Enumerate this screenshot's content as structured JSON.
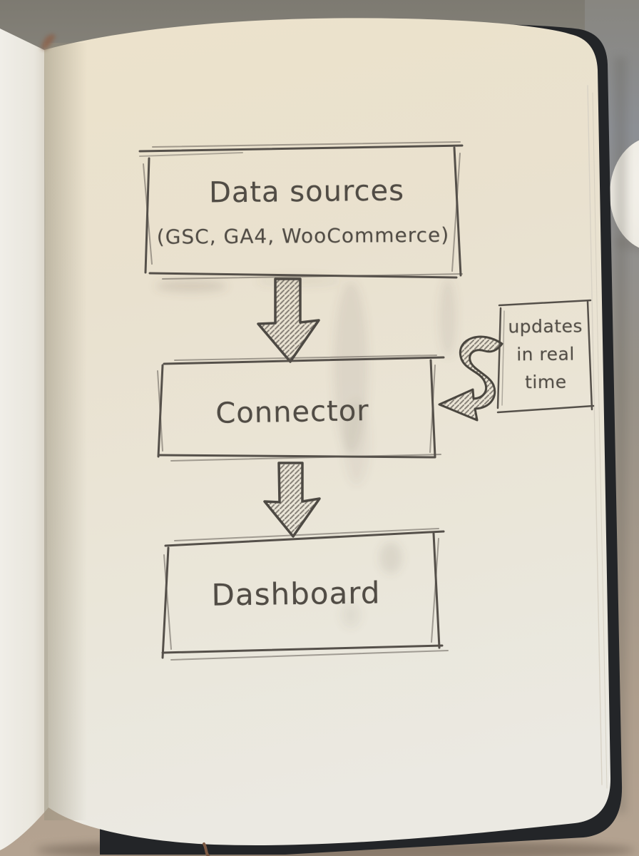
{
  "diagram": {
    "nodes": [
      {
        "id": "data-sources",
        "label": "Data sources",
        "sublabel": "(GSC, GA4, WooCommerce)"
      },
      {
        "id": "connector",
        "label": "Connector"
      },
      {
        "id": "dashboard",
        "label": "Dashboard"
      }
    ],
    "edges": [
      {
        "from": "data-sources",
        "to": "connector",
        "style": "block-arrow-down"
      },
      {
        "from": "connector",
        "to": "dashboard",
        "style": "block-arrow-down"
      },
      {
        "from": "annotation",
        "to": "connector",
        "style": "squiggle-arrow-left"
      }
    ],
    "annotation": {
      "text": "updates in real time",
      "lines": [
        "updates",
        "in real",
        "time"
      ]
    }
  },
  "colors": {
    "paper": "#eae3d2",
    "left_page": "#eeece5",
    "pencil": "#55504a",
    "notebook_cover": "#232528",
    "desk_top_gray": "#7d7a71",
    "wall_gray": "#8d9095",
    "desk_bottom_tan": "#b2a190",
    "bookmark_ribbon": "#8a6550"
  }
}
